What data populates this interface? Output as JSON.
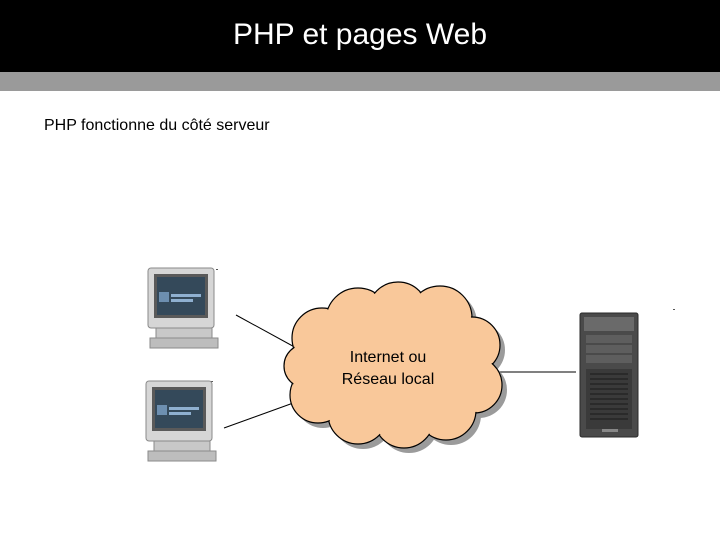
{
  "slide": {
    "title": "PHP et pages Web",
    "subtitle": "PHP fonctionne du côté serveur"
  },
  "diagram": {
    "cloud": {
      "line1": "Internet ou",
      "line2": "Réseau local",
      "fill_color": "#f9c89a",
      "shadow_color": "#9b9b9b"
    },
    "nodes": [
      {
        "name": "client-computer-1",
        "icon": "desktop-computer-icon"
      },
      {
        "name": "client-computer-2",
        "icon": "desktop-computer-icon"
      },
      {
        "name": "server",
        "icon": "tower-server-icon"
      }
    ],
    "colors": {
      "title_bar": "#000000",
      "title_underline": "#9a9a9a",
      "title_text": "#ffffff"
    }
  }
}
